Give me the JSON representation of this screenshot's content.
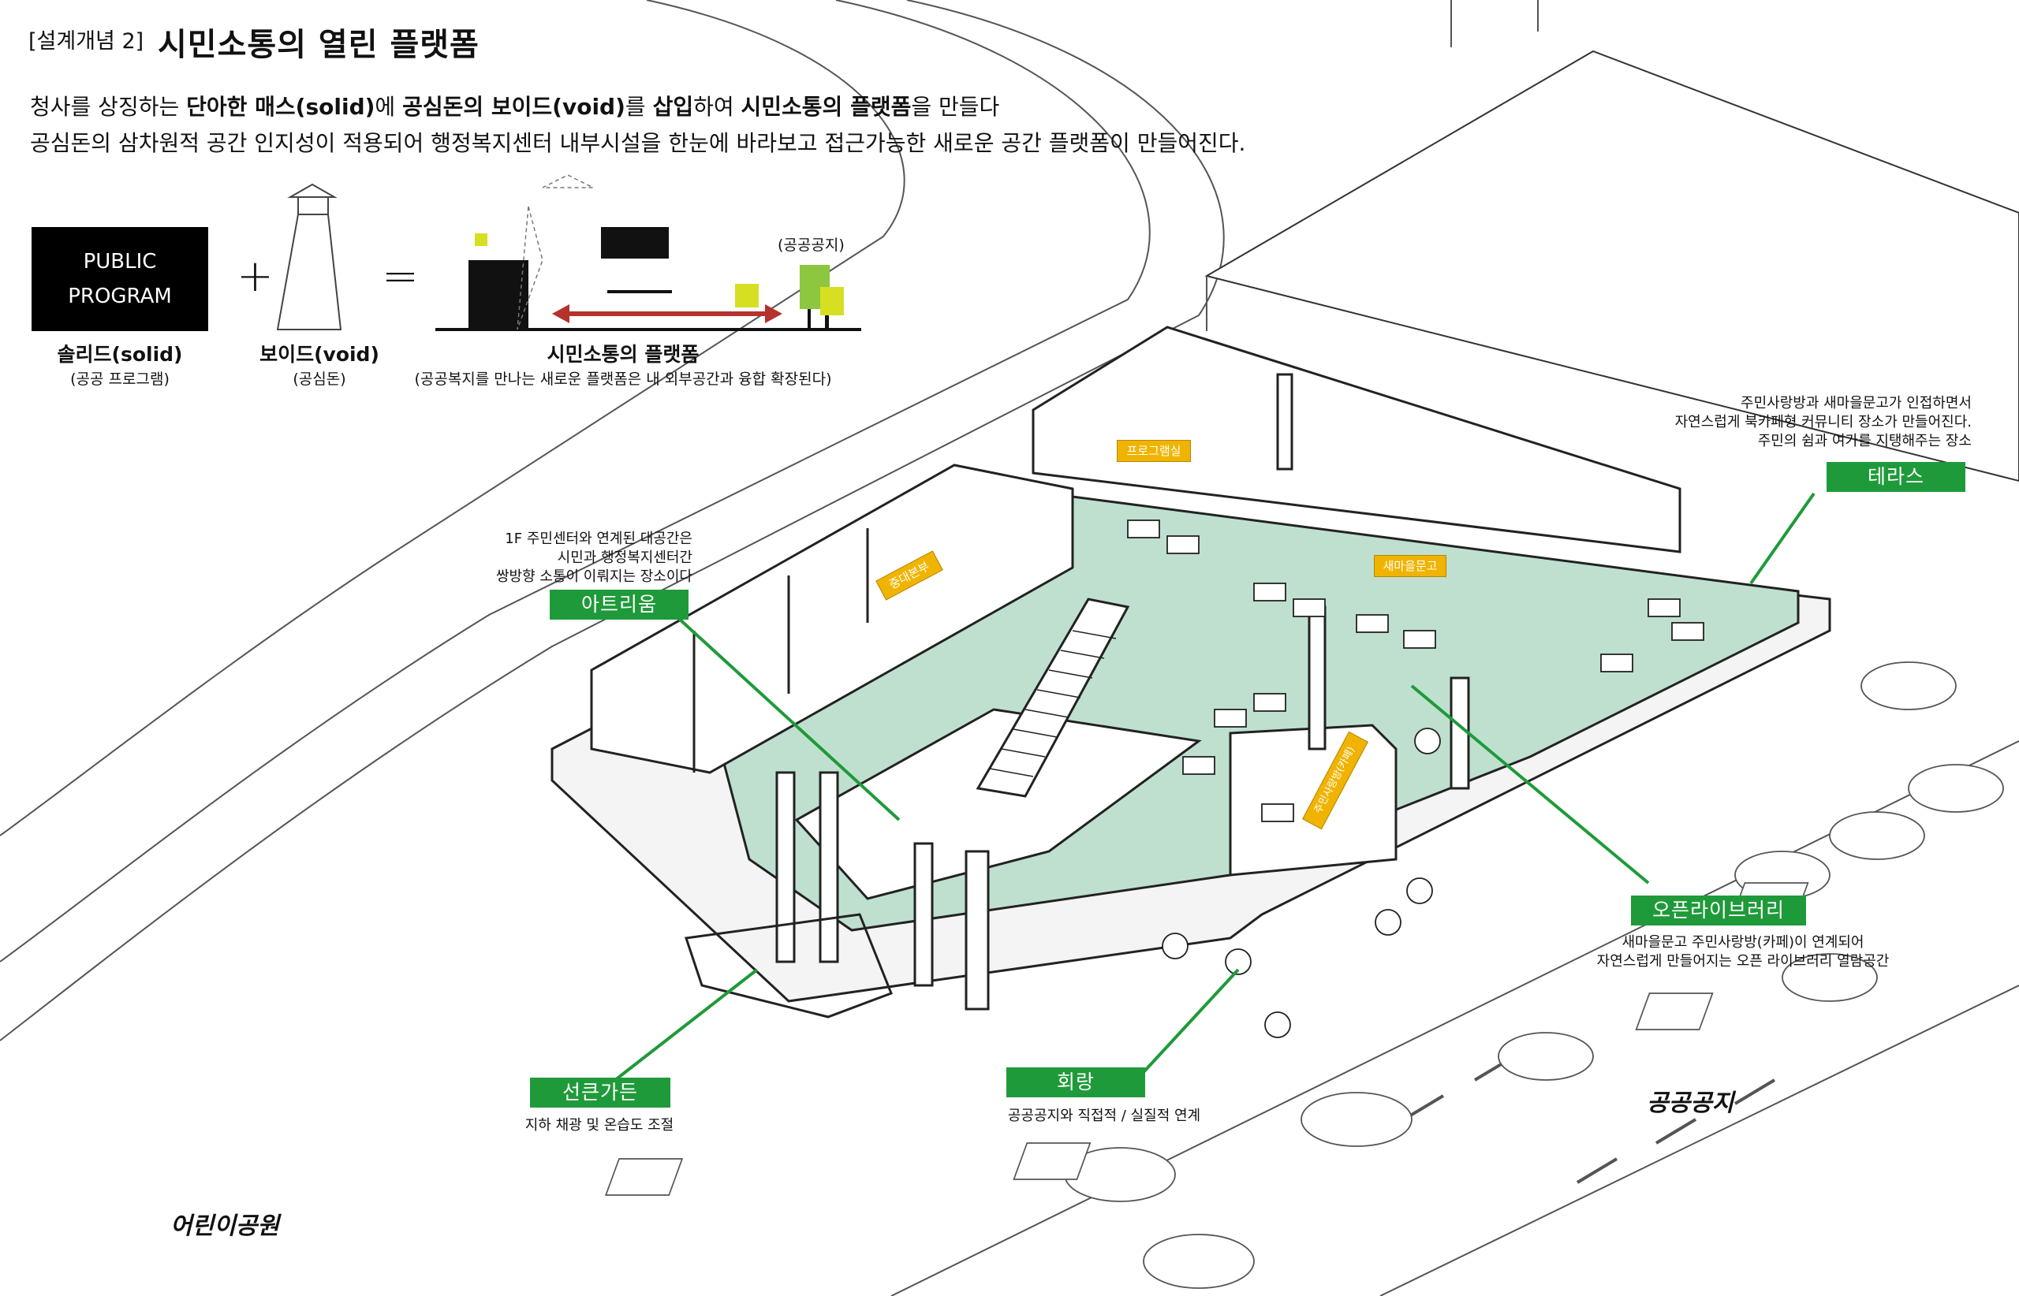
{
  "header": {
    "tag": "[설계개념 2]",
    "title": "시민소통의 열린 플랫폼",
    "desc_line1_parts": [
      "청사를 상징하는 ",
      "단아한 매스(solid)",
      "에 ",
      "공심돈의 보이드(void)",
      "를 ",
      "삽입",
      "하여 ",
      "시민소통의 플랫폼",
      "을 만들다"
    ],
    "desc_line2": "공심돈의 삼차원적 공간 인지성이 적용되어 행정복지센터 내부시설을 한눈에 바라보고 접근가능한 새로운 공간 플랫폼이 만들어진다."
  },
  "equation": {
    "box_line1": "PUBLIC",
    "box_line2": "PROGRAM",
    "plus": "+",
    "equals": "=",
    "solid_label": "솔리드(solid)",
    "solid_sub": "(공공 프로그램)",
    "void_label": "보이드(void)",
    "void_sub": "(공심돈)",
    "platform_label": "시민소통의 플랫폼",
    "platform_sub": "(공공복지를 만나는 새로운 플랫폼은 내 외부공간과 융합 확장된다)",
    "open_space_label": "(공공공지)"
  },
  "callouts": {
    "atrium": {
      "label": "아트리움",
      "note": [
        "1F 주민센터와 연계된 대공간은",
        "시민과 행정복지센터간",
        "쌍방향 소통이 이뤄지는 장소이다"
      ]
    },
    "terrace": {
      "label": "테라스",
      "note": [
        "주민사랑방과 새마을문고가 인접하면서",
        "자연스럽게 북카페형 커뮤니티 장소가 만들어진다.",
        "주민의 쉼과 여가를 지탱해주는 장소"
      ]
    },
    "library": {
      "label": "오픈라이브러리",
      "note": [
        "새마을문고 주민사랑방(카페)이 연계되어",
        "자연스럽게 만들어지는 오픈 라이브러리 열람공간"
      ]
    },
    "garden": {
      "label": "선큰가든",
      "note": [
        "지하 채광 및 온습도 조절"
      ]
    },
    "corridor": {
      "label": "회랑",
      "note": [
        "공공공지와 직접적 / 실질적 연계"
      ]
    }
  },
  "rooms": {
    "program": "프로그램실",
    "library_room": "새마을문고",
    "multipurpose": "중대본부",
    "lounge": "주민사랑방(카페)"
  },
  "places": {
    "open_space": "공공공지",
    "kids_park": "어린이공원"
  },
  "colors": {
    "accent_green": "#1f9a3a",
    "floor_mint": "#bfe0cf",
    "room_yellow": "#f0b400",
    "tree_green": "#8dc63f",
    "tree_yellow": "#d7df23",
    "arrow_red": "#b5322d"
  }
}
